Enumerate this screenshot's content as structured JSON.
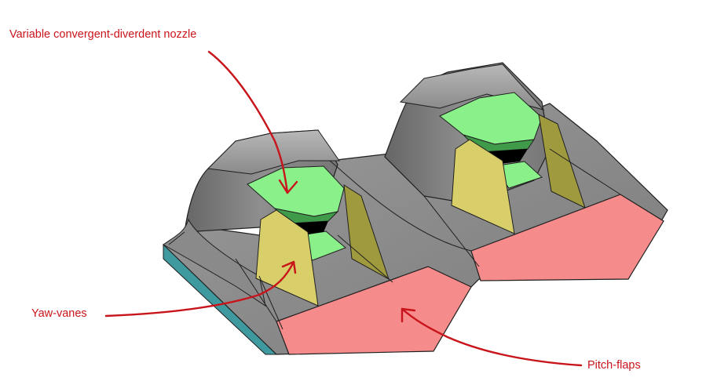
{
  "labels": {
    "nozzle": "Variable convergent-diverdent nozzle",
    "yaw": "Yaw-vanes",
    "pitch": "Pitch-flaps"
  },
  "colors": {
    "annotation": "#c8141b",
    "body_dark": "#6e6e6e",
    "body_mid": "#8c8c8c",
    "body_light": "#a9a9a9",
    "nozzle_green": "#8af08a",
    "nozzle_green_dark": "#3f9a4a",
    "yaw_vane": "#d8cf6a",
    "yaw_vane_dark": "#a09a3e",
    "pitch_flap": "#f58b8b",
    "side_edge": "#3f9aa0",
    "edge_line": "#1f1f1f"
  }
}
